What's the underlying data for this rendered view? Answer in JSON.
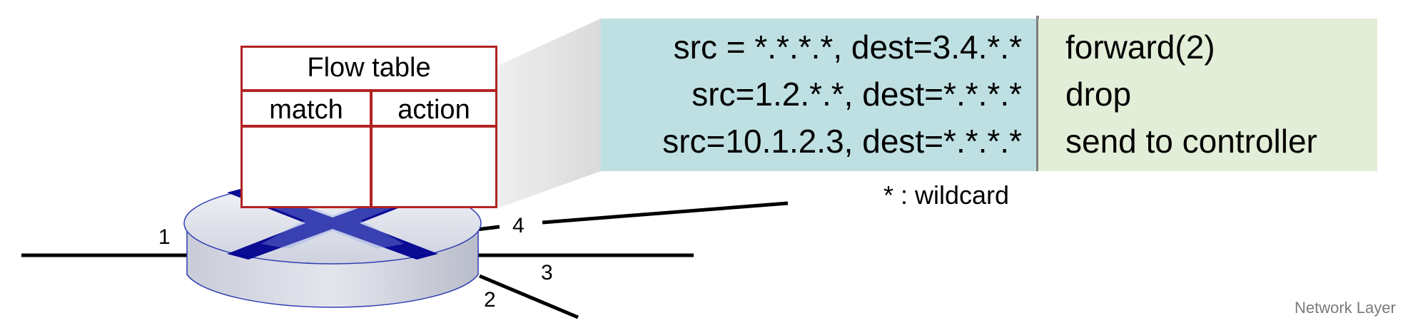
{
  "flow_table": {
    "title": "Flow table",
    "col_match": "match",
    "col_action": "action"
  },
  "rules": [
    {
      "match": "src = *.*.*.*, dest=3.4.*.*",
      "action": "forward(2)"
    },
    {
      "match": "src=1.2.*.*, dest=*.*.*.*",
      "action": "drop"
    },
    {
      "match": "src=10.1.2.3, dest=*.*.*.*",
      "action": "send to controller"
    }
  ],
  "ports": [
    "1",
    "2",
    "3",
    "4"
  ],
  "wildcard_note": "* : wildcard",
  "footer": "Network Layer",
  "colors": {
    "table_border": "#b22323",
    "match_bg": "#bfe0e2",
    "action_bg": "#e3eed8",
    "router_x": "#00008f",
    "router_body": "#c7cbd6"
  }
}
